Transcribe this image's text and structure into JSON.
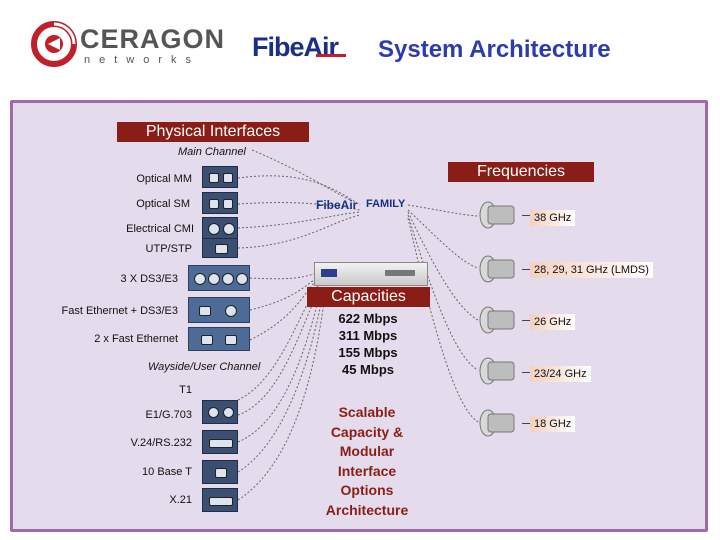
{
  "header": {
    "logo_text": "CERAGON",
    "logo_subtext": "networks",
    "product_logo": "FibeAir",
    "title": "System Architecture"
  },
  "physical_interfaces": {
    "title": "Physical Interfaces",
    "main_channel_label": "Main Channel",
    "items": [
      "Optical MM",
      "Optical SM",
      "Electrical CMI",
      "UTP/STP",
      "3 X DS3/E3",
      "Fast Ethernet + DS3/E3",
      "2 x Fast Ethernet"
    ],
    "wayside_label": "Wayside/User Channel",
    "wayside_items": [
      "T1",
      "E1/G.703",
      "V.24/RS.232",
      "10 Base T",
      "X.21"
    ]
  },
  "family": {
    "logo": "FibeAir",
    "label": "FAMILY"
  },
  "frequencies": {
    "title": "Frequencies",
    "items": [
      "38 GHz",
      "28, 29, 31 GHz  (LMDS)",
      "26 GHz",
      "23/24 GHz",
      "18 GHz"
    ]
  },
  "capacities": {
    "title": "Capacities",
    "values": [
      "622 Mbps",
      "311 Mbps",
      "155 Mbps",
      "45 Mbps"
    ]
  },
  "scalable_text": [
    "Scalable",
    "Capacity &",
    "Modular",
    "Interface",
    "Options",
    "Architecture"
  ],
  "colors": {
    "header_red": "#8a1e16",
    "panel_bg": "#e4dcec",
    "panel_border": "#a06aa8",
    "title_blue": "#2b3bb0"
  }
}
